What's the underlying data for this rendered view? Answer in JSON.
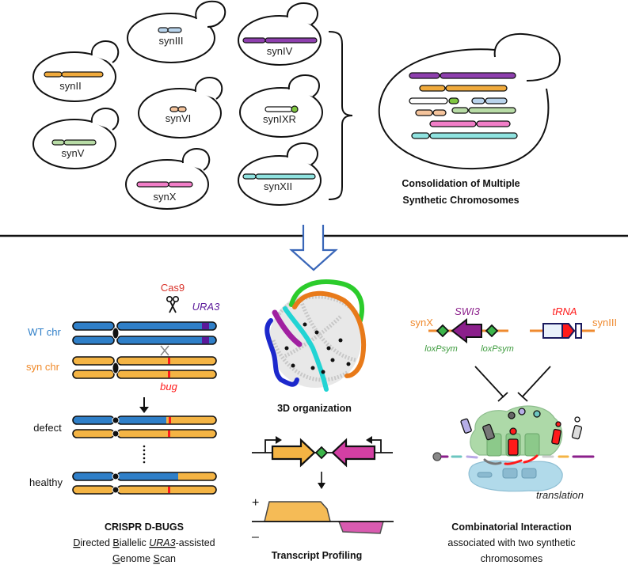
{
  "top_panel": {
    "cells": [
      {
        "label": "synII",
        "color": "#f0aa3c",
        "arms": [
          0.3,
          0.7
        ]
      },
      {
        "label": "synIII",
        "color": "#b9d4ec",
        "arms": [
          0.45,
          0.55
        ]
      },
      {
        "label": "synV",
        "color": "#b8dca6",
        "arms": [
          0.25,
          0.75
        ]
      },
      {
        "label": "synVI",
        "color": "#f5c49c",
        "arms": [
          0.5,
          0.5
        ]
      },
      {
        "label": "synX",
        "color": "#f27ec8",
        "arms": [
          0.58,
          0.42
        ]
      },
      {
        "label": "synIV",
        "color": "#8e3fae",
        "arms": [
          0.28,
          0.72
        ]
      },
      {
        "label": "synIXR",
        "color": "#ffffff",
        "centromere_color": "#7fc640"
      },
      {
        "label": "synXII",
        "color": "#8fe3e0",
        "arms": [
          0.17,
          0.83
        ]
      }
    ],
    "consolidated_caption_line1": "Consolidation of Multiple",
    "consolidated_caption_line2": "Synthetic Chromosomes"
  },
  "crispr_panel": {
    "cas9_label": "Cas9",
    "ura3_label": "URA3",
    "wt_label": "WT chr",
    "syn_label": "syn chr",
    "bug_label": "bug",
    "defect_label": "defect",
    "healthy_label": "healthy",
    "title": "CRISPR D-BUGS",
    "subtitle_line1_parts": [
      "D",
      "irected ",
      "B",
      "iallelic ",
      "URA3",
      "-assisted"
    ],
    "subtitle_line2_parts": [
      "G",
      "enome ",
      "S",
      "can"
    ],
    "colors": {
      "wt": "#2f7fc8",
      "syn": "#f4b444",
      "bug": "#ff1a1a",
      "ura3": "#5b1a9a",
      "cas9": "#d9332b"
    }
  },
  "center_panel": {
    "organization_caption": "3D organization",
    "plus_label": "+",
    "minus_label": "–",
    "transcript_caption": "Transcript Profiling",
    "colors": {
      "forward_gene": "#f4b444",
      "reverse_gene": "#d33fa3",
      "loxp": "#3cb54a"
    }
  },
  "interaction_panel": {
    "synx_label": "synX",
    "swi3_label": "SWI3",
    "loxp_left_label": "loxPsym",
    "loxp_right_label": "loxPsym",
    "trna_label": "tRNA",
    "syniii_label": "synIII",
    "translation_label": "translation",
    "title": "Combinatorial Interaction",
    "subtitle_line1": "associated with two synthetic",
    "subtitle_line2": "chromosomes",
    "colors": {
      "swi3": "#8b1f8b",
      "trna": "#ff1a1a",
      "loxp": "#3cb54a",
      "chromosome_line": "#ef8a2f"
    }
  }
}
